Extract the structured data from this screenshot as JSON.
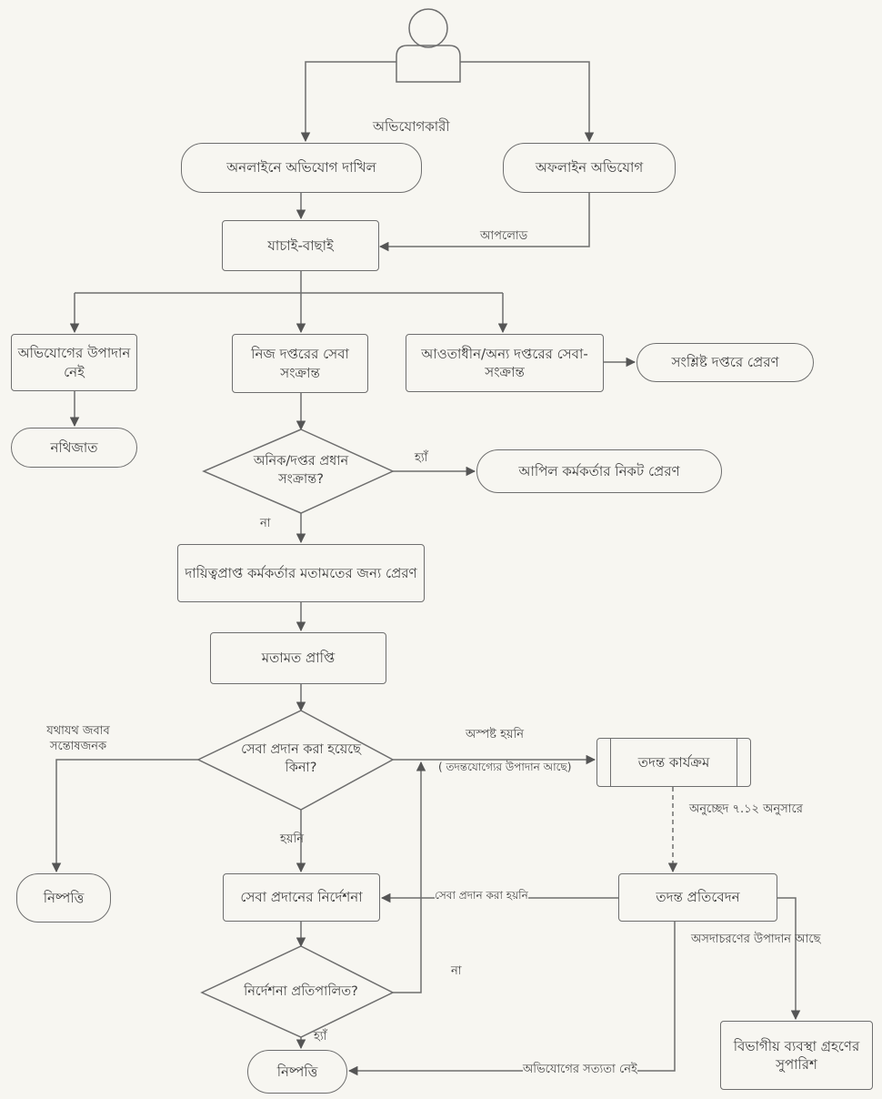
{
  "nodes": {
    "actor": "অভিযোগকারী",
    "online": "অনলাইনে অভিযোগ দাখিল",
    "offline": "অফলাইন অভিযোগ",
    "verify": "যাচাই-বাছাই",
    "no_element": "অভিযোগের উপাদান নেই",
    "own_office": "নিজ দপ্তরের সেবা সংক্রান্ত",
    "other_office": "আওতাধীন/অন্য দপ্তরের সেবা-সংক্রান্ত",
    "forward": "সংশ্লিষ্ট দপ্তরে প্রেরণ",
    "filed": "নথিজাত",
    "head_decision": "অনিক/দপ্তর প্রধান সংক্রান্ত?",
    "appellate": "আপিল কর্মকর্তার নিকট প্রেরণ",
    "send_officer": "দায়িত্বপ্রাপ্ত কর্মকর্তার মতামতের জন্য প্রেরণ",
    "opinion": "মতামত প্রাপ্তি",
    "service_decision": "সেবা প্রদান করা হয়েছে কিনা?",
    "investigation": "তদন্ত কার্যক্রম",
    "settle1": "নিষ্পত্তি",
    "instruction": "সেবা প্রদানের নির্দেশনা",
    "report": "তদন্ত প্রতিবেদন",
    "complied_decision": "নির্দেশনা প্রতিপালিত?",
    "settle2": "নিষ্পত্তি",
    "disciplinary": "বিভাগীয় ব্যবস্থা গ্রহণের সুপারিশ"
  },
  "labels": {
    "upload": "আপলোড",
    "yes_appellate": "হ্যাঁ",
    "no_head": "না",
    "reply_satisfactory": "যথাযথ জবাব সন্তোষজনক",
    "unclear": "অস্পষ্ট হয়নি",
    "unclear_sub": "( তদন্তযোগ্যের উপাদান আছে)",
    "as_per_para": "অনুচ্ছেদ ৭.১২ অনুসারে",
    "not_done": "হয়নি",
    "service_not_given": "সেবা প্রদান করা হয়নি",
    "evidence_exists": "অসদাচরণের উপাদান আছে",
    "no_loop": "না",
    "yes_settle": "হ্যাঁ",
    "not_true": "অভিযোগের সত্যতা নেই"
  }
}
